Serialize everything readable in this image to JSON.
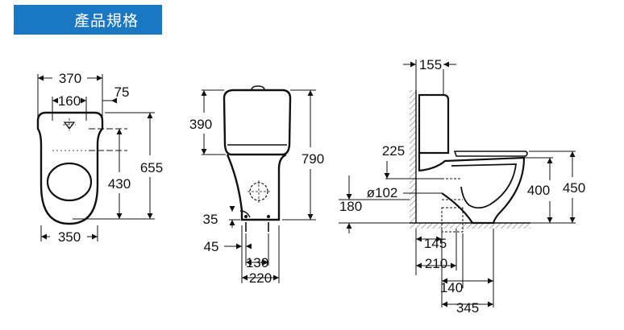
{
  "header": {
    "title": "產品規格"
  },
  "colors": {
    "header_bg": "#1a78c2",
    "ink": "#111111",
    "hatch": "#777777"
  },
  "top_view": {
    "overall_width": "370",
    "tank_inlet_spacing": "160",
    "inlet_offset": "75",
    "overall_depth": "655",
    "mount_to_front": "430",
    "bowl_width": "350"
  },
  "front_view": {
    "tank_height": "390",
    "overall_height": "790",
    "outlet_height": "35",
    "fixing_offset": "45",
    "fixing_spacing": "130",
    "base_width": "220"
  },
  "side_view": {
    "tank_depth": "155",
    "supply_height": "225",
    "outlet_diameter": "ø102",
    "outlet_center_height": "180",
    "rim_height": "400",
    "seat_height": "450",
    "wall_to_supply": "145",
    "wall_to_fixing": "210",
    "fixing_to_outlet": "140",
    "wall_to_outlet": "345"
  }
}
